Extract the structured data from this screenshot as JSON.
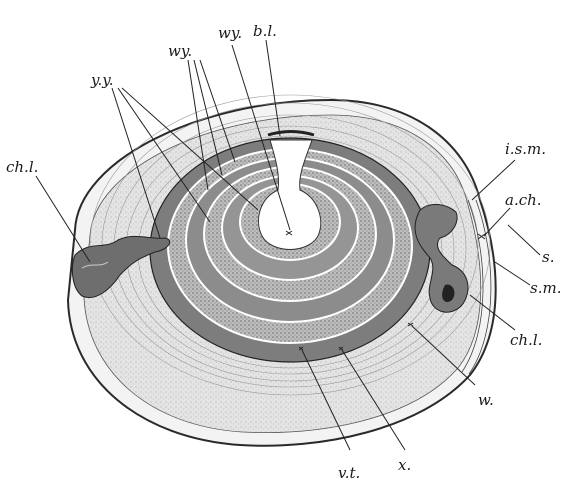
{
  "figure": {
    "labels": {
      "yy": "y.y.",
      "wy_left": "wy.",
      "wy_top": "wy.",
      "bl": "b.l.",
      "chl_left": "ch.l.",
      "ism": "i.s.m.",
      "ach": "a.ch.",
      "s": "s.",
      "sm": "s.m.",
      "chl_right": "ch.l.",
      "w": "w.",
      "x": "x.",
      "vt": "v.t."
    }
  }
}
